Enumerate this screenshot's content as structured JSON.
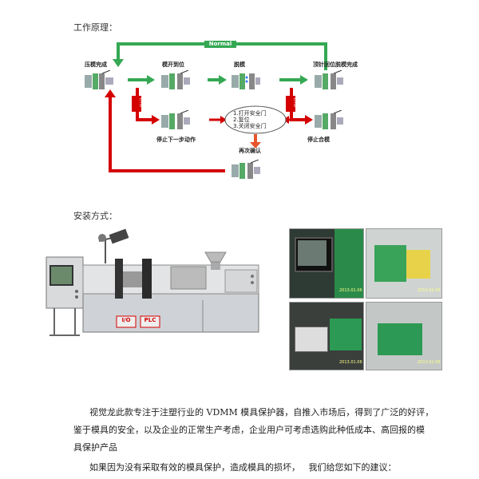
{
  "headings": {
    "principle": "工作原理：",
    "install": "安装方式："
  },
  "flow": {
    "normal": "Normal",
    "error": "Error",
    "steps": {
      "close_done": "压模完成",
      "open_position": "模开到位",
      "eject": "脱模",
      "ejector_return": "顶针回位脱模完成",
      "stop_next": "停止下一步动作",
      "stop_close": "停止合模",
      "recheck": "再次确认"
    },
    "instructions": [
      "1.打开安全门",
      "2.复位",
      "3.关闭安全门"
    ]
  },
  "machine": {
    "io_label": "I/O",
    "plc_label": "PLC"
  },
  "photo_stamps": [
    "2013.01.06",
    "2013.01.06",
    "2013.01.06",
    "2013.01.06"
  ],
  "body": {
    "p1": "视觉龙此款专注于注塑行业的 VDMM 模具保护器，自推入市场后，得到了广泛的好评，",
    "p2": "鉴于模具的安全，以及企业的正常生产考虑，企业用户可考虑选购此种低成本、高回报的模",
    "p3": "具保护产品",
    "p4": "如果因为没有采取有效的模具保护，造成模具的损坏，   我们给您如下的建议："
  }
}
